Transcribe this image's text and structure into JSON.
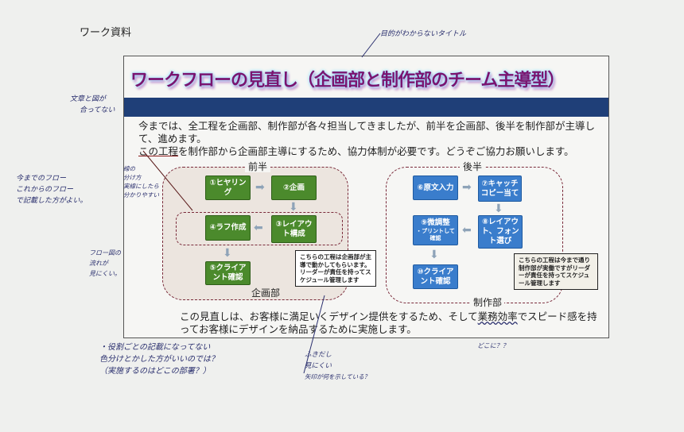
{
  "header": "ワーク資料",
  "document": {
    "title": "ワークフローの見直し（企画部と制作部のチーム主導型）",
    "intro_line1": "今までは、全工程を企画部、制作部が各々担当してきましたが、前半を企画部、後半を制作部が主導して、進めます。",
    "intro_line2_underlined": "この工程",
    "intro_line2_rest": "を制作部から企画部主導にするため、協力体制が必要です。どうぞご協力お願いします。",
    "first_half": {
      "label": "前半",
      "department": "企画部",
      "steps": [
        "①ヒヤリング",
        "②企画",
        "③レイアウト構成",
        "④ラフ作成",
        "⑤クライアント確認"
      ],
      "callout": "こちらの工程は企画部が主導で動かしてもらいます。リーダーが責任を持ってスケジュール管理します"
    },
    "second_half": {
      "label": "後半",
      "department": "制作部",
      "steps": [
        "⑥原文入力",
        "⑦キャッチコピー当て",
        "⑧レイアウト、フォント選び",
        "⑨微調整",
        "⑩クライアント確認"
      ],
      "step9_sub": "・プリントして確認",
      "callout": "こちらの工程は今まで通り制作部が実働ですがリーダーが責任を持ってスケジュール管理します"
    },
    "closing_before": "この見直しは、お客様に満足いくデザイン提供をするため、そして",
    "closing_underlined": "業務効率",
    "closing_after": "でスピード感を持ってお客様にデザインを納品するために実施します。"
  },
  "handwritten": {
    "title_note": "目的がわからないタイトル",
    "text_vs_figure": [
      "文章と図が",
      "合ってない"
    ],
    "flow_note": [
      "今までのフロー",
      "これからのフロー",
      "で記載した方がよい。"
    ],
    "line_note": [
      "線の",
      "分け方",
      "実線にしたら",
      "分かりやすい"
    ],
    "flow_readability": [
      "フロー図の",
      "流れが",
      "見にくい。"
    ],
    "roles_note": [
      "・役割ごとの記載になってない",
      "色分けとかした方がいいのでは？",
      "（実施するのはどこの部署？）"
    ],
    "callout_note": [
      "ふきだし",
      "見にくい",
      "矢印が何を示している？"
    ],
    "where_note": "どこに？？"
  }
}
